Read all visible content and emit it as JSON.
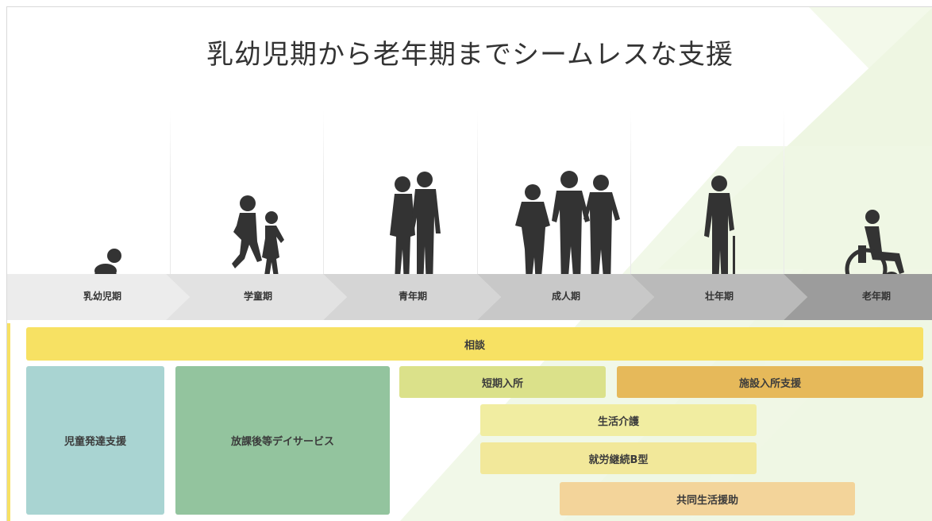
{
  "title": "乳幼児期から老年期までシームレスな支援",
  "stages": [
    {
      "label": "乳幼児期",
      "fill": "#ececec"
    },
    {
      "label": "学童期",
      "fill": "#e2e2e2"
    },
    {
      "label": "青年期",
      "fill": "#d5d5d5"
    },
    {
      "label": "成人期",
      "fill": "#c8c8c8"
    },
    {
      "label": "壮年期",
      "fill": "#bababa"
    },
    {
      "label": "老年期",
      "fill": "#9c9c9c"
    }
  ],
  "services": {
    "consult": {
      "label": "相談",
      "color": "#f7e163"
    },
    "child_dev": {
      "label": "児童発達支援",
      "color": "#a9d4d2"
    },
    "after_school": {
      "label": "放課後等デイサービス",
      "color": "#93c49e"
    },
    "short_stay": {
      "label": "短期入所",
      "color": "#dbe18a"
    },
    "facility": {
      "label": "施設入所支援",
      "color": "#e6b95a"
    },
    "life_care": {
      "label": "生活介護",
      "color": "#f1eda1"
    },
    "work_b": {
      "label": "就労継続B型",
      "color": "#f2e89a"
    },
    "group_home": {
      "label": "共同生活援助",
      "color": "#f3d49a"
    }
  }
}
